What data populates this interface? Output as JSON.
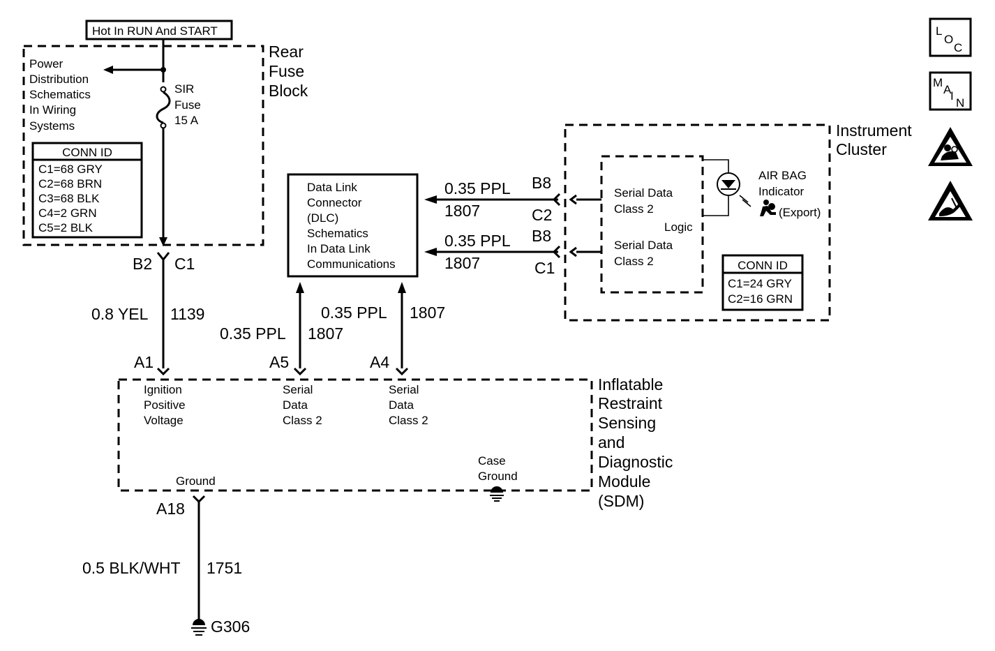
{
  "hot_label": "Hot In RUN And START",
  "fuse_block": {
    "title": [
      "Rear",
      "Fuse",
      "Block"
    ],
    "pd_note": [
      "Power",
      "Distribution",
      "Schematics",
      "In Wiring",
      "Systems"
    ],
    "fuse": [
      "SIR",
      "Fuse",
      "15 A"
    ],
    "conn": {
      "title": "CONN ID",
      "rows": [
        "C1=68 GRY",
        "C2=68 BRN",
        "C3=68 BLK",
        "C4=2 GRN",
        "C5=2 BLK"
      ]
    },
    "pin_b2": "B2",
    "pin_c1": "C1"
  },
  "wire_1139": {
    "color": "0.8 YEL",
    "circuit": "1139"
  },
  "wire_a5": {
    "color": "0.35 PPL",
    "circuit": "1807"
  },
  "wire_a4": {
    "color": "0.35 PPL",
    "circuit": "1807"
  },
  "dlc": {
    "lines": [
      "Data Link",
      "Connector",
      "(DLC)",
      "Schematics",
      "In Data Link",
      "Communications"
    ]
  },
  "wire_c2": {
    "color": "0.35 PPL",
    "circuit": "1807",
    "pin_top": "B8",
    "pin_bot": "C2"
  },
  "wire_c1": {
    "color": "0.35 PPL",
    "circuit": "1807",
    "pin_top": "B8",
    "pin_bot": "C1"
  },
  "cluster": {
    "title": [
      "Instrument",
      "Cluster"
    ],
    "sd1": [
      "Serial Data",
      "Class 2"
    ],
    "sd2": [
      "Serial Data",
      "Class 2"
    ],
    "logic": "Logic",
    "indicator": [
      "AIR BAG",
      "Indicator",
      "(Export)"
    ],
    "conn": {
      "title": "CONN ID",
      "rows": [
        "C1=24 GRY",
        "C2=16 GRN"
      ]
    }
  },
  "sdm": {
    "title": [
      "Inflatable",
      "Restraint",
      "Sensing",
      "and",
      "Diagnostic",
      "Module",
      "(SDM)"
    ],
    "pin_a1": "A1",
    "pin_a5": "A5",
    "pin_a4": "A4",
    "pin_a18": "A18",
    "ign": [
      "Ignition",
      "Positive",
      "Voltage"
    ],
    "sd_a5": [
      "Serial",
      "Data",
      "Class 2"
    ],
    "sd_a4": [
      "Serial",
      "Data",
      "Class 2"
    ],
    "ground": "Ground",
    "case_ground": [
      "Case",
      "Ground"
    ]
  },
  "wire_1751": {
    "color": "0.5 BLK/WHT",
    "circuit": "1751"
  },
  "g306": "G306",
  "side_icons": {
    "loc": [
      "L",
      "O",
      "C"
    ],
    "main": [
      "M",
      "A",
      "I",
      "N"
    ]
  }
}
